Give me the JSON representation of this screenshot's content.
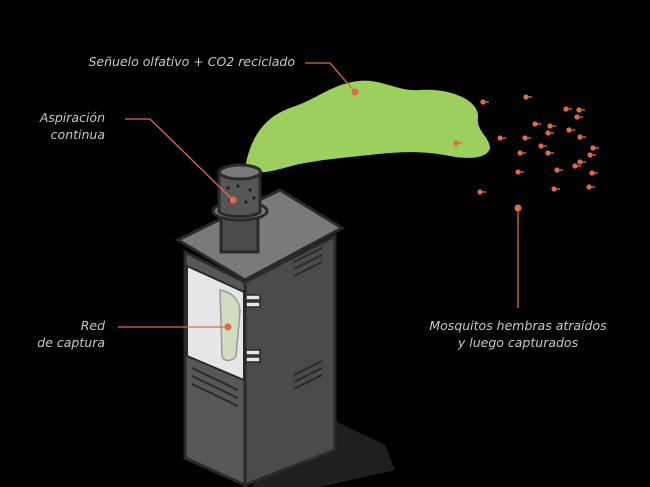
{
  "labels": {
    "lure": "Señuelo olfativo + CO2 reciclado",
    "suction_line1": "Aspiración",
    "suction_line2": "continua",
    "net_line1": "Red",
    "net_line2": "de captura",
    "mosquitoes_line1": "Mosquitos hembras atraídos",
    "mosquitoes_line2": "y luego capturados"
  },
  "colors": {
    "background": "#000000",
    "cloud": "#9ccf5e",
    "accent": "#e0694a",
    "trap_dark": "#4a4a4a",
    "trap_top": "#7a7a7a",
    "text": "#c9c9c9"
  }
}
